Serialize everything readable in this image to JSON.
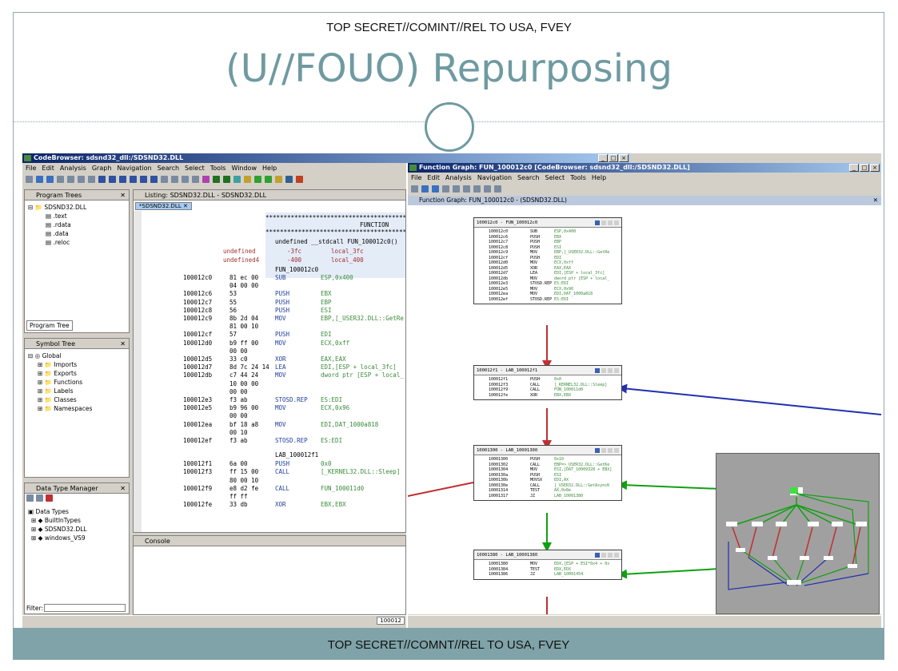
{
  "slide": {
    "classification_top": "TOP SECRET//COMINT//REL TO USA, FVEY",
    "title": "(U//FOUO) Repurposing",
    "classification_bottom": "TOP SECRET//COMNT//REL TO USA, FVEY"
  },
  "codebrowser": {
    "title": "CodeBrowser: sdsnd32_dll:/SDSND32.DLL",
    "menu": [
      "File",
      "Edit",
      "Analysis",
      "Graph",
      "Navigation",
      "Search",
      "Select",
      "Tools",
      "Window",
      "Help"
    ],
    "program_trees": {
      "title": "Program Trees",
      "root": "SDSND32.DLL",
      "sections": [
        ".text",
        ".rdata",
        ".data",
        ".reloc"
      ],
      "tab": "Program Tree"
    },
    "symbol_tree": {
      "title": "Symbol Tree",
      "root": "Global",
      "items": [
        "Imports",
        "Exports",
        "Functions",
        "Labels",
        "Classes",
        "Namespaces"
      ]
    },
    "data_type_manager": {
      "title": "Data Type Manager",
      "root": "Data Types",
      "items": [
        "BuiltInTypes",
        "SDSND32.DLL",
        "windows_VS9"
      ],
      "filter_label": "Filter:"
    },
    "listing": {
      "title": "Listing: SDSND32.DLL - SDSND32.DLL",
      "tab": "*SDSND32.DLL",
      "header_stars": "******************************************",
      "header_function": "FUNCTION",
      "signature": "undefined __stdcall FUN_100012c0()",
      "locals": [
        {
          "type": "undefined",
          "offset": "-3fc",
          "name": "local_3fc"
        },
        {
          "type": "undefined4",
          "offset": "-400",
          "name": "local_400"
        }
      ],
      "func_label": "FUN_100012c0",
      "label2": "LAB_100012f1",
      "rows": [
        {
          "addr": "100012c0",
          "bytes": "81 ec 00",
          "mn": "SUB",
          "op": "ESP,0x400"
        },
        {
          "addr": "",
          "bytes": "04 00 00",
          "mn": "",
          "op": ""
        },
        {
          "addr": "100012c6",
          "bytes": "53",
          "mn": "PUSH",
          "op": "EBX"
        },
        {
          "addr": "100012c7",
          "bytes": "55",
          "mn": "PUSH",
          "op": "EBP"
        },
        {
          "addr": "100012c8",
          "bytes": "56",
          "mn": "PUSH",
          "op": "ESI"
        },
        {
          "addr": "100012c9",
          "bytes": "8b 2d 04",
          "mn": "MOV",
          "op": "EBP,[_USER32.DLL::GetRe"
        },
        {
          "addr": "",
          "bytes": "81 00 10",
          "mn": "",
          "op": ""
        },
        {
          "addr": "100012cf",
          "bytes": "57",
          "mn": "PUSH",
          "op": "EDI"
        },
        {
          "addr": "100012d0",
          "bytes": "b9 ff 00",
          "mn": "MOV",
          "op": "ECX,0xff"
        },
        {
          "addr": "",
          "bytes": "00 00",
          "mn": "",
          "op": ""
        },
        {
          "addr": "100012d5",
          "bytes": "33 c0",
          "mn": "XOR",
          "op": "EAX,EAX"
        },
        {
          "addr": "100012d7",
          "bytes": "8d 7c 24 14",
          "mn": "LEA",
          "op": "EDI,[ESP + local_3fc]"
        },
        {
          "addr": "100012db",
          "bytes": "c7 44 24",
          "mn": "MOV",
          "op": "dword ptr [ESP + local_"
        },
        {
          "addr": "",
          "bytes": "10 00 00",
          "mn": "",
          "op": ""
        },
        {
          "addr": "",
          "bytes": "00 00",
          "mn": "",
          "op": ""
        },
        {
          "addr": "100012e3",
          "bytes": "f3 ab",
          "mn": "STOSD.REP",
          "op": "ES:EDI"
        },
        {
          "addr": "100012e5",
          "bytes": "b9 96 00",
          "mn": "MOV",
          "op": "ECX,0x96"
        },
        {
          "addr": "",
          "bytes": "00 00",
          "mn": "",
          "op": ""
        },
        {
          "addr": "100012ea",
          "bytes": "bf 18 a8",
          "mn": "MOV",
          "op": "EDI,DAT_1000a818"
        },
        {
          "addr": "",
          "bytes": "00 10",
          "mn": "",
          "op": ""
        },
        {
          "addr": "100012ef",
          "bytes": "f3 ab",
          "mn": "STOSD.REP",
          "op": "ES:EDI"
        },
        {
          "addr": "",
          "bytes": "",
          "mn": "",
          "op": ""
        },
        {
          "addr": "",
          "bytes": "",
          "mn": "",
          "op": ""
        },
        {
          "addr": "100012f1",
          "bytes": "6a 00",
          "mn": "PUSH",
          "op": "0x0"
        },
        {
          "addr": "100012f3",
          "bytes": "ff 15 00",
          "mn": "CALL",
          "op": "[_KERNEL32.DLL::Sleep]"
        },
        {
          "addr": "",
          "bytes": "80 00 10",
          "mn": "",
          "op": ""
        },
        {
          "addr": "100012f9",
          "bytes": "e8 d2 fe",
          "mn": "CALL",
          "op": "FUN_100011d0"
        },
        {
          "addr": "",
          "bytes": "ff ff",
          "mn": "",
          "op": ""
        },
        {
          "addr": "100012fe",
          "bytes": "33 db",
          "mn": "XOR",
          "op": "EBX,EBX"
        }
      ]
    },
    "console": {
      "title": "Console"
    },
    "status_addr": "100012"
  },
  "function_graph_window": {
    "title": "Function Graph: FUN_100012c0 [CodeBrowser: sdsnd32_dll:/SDSND32.DLL]",
    "menu": [
      "File",
      "Edit",
      "Analysis",
      "Navigation",
      "Search",
      "Select",
      "Tools",
      "Help"
    ],
    "panel_title": "Function Graph: FUN_100012c0 - (SDSND32.DLL)",
    "nodes": [
      {
        "title": "100012c0 - FUN_100012c0",
        "rows": [
          {
            "a": "100012c0",
            "m": "SUB",
            "o": "ESP,0x400"
          },
          {
            "a": "100012c6",
            "m": "PUSH",
            "o": "EBX"
          },
          {
            "a": "100012c7",
            "m": "PUSH",
            "o": "EBP"
          },
          {
            "a": "100012c8",
            "m": "PUSH",
            "o": "ESI"
          },
          {
            "a": "100012c9",
            "m": "MOV",
            "o": "EBP,[_USER32.DLL::GetRe"
          },
          {
            "a": "100012cf",
            "m": "PUSH",
            "o": "EDI"
          },
          {
            "a": "100012d0",
            "m": "MOV",
            "o": "ECX,0xff"
          },
          {
            "a": "100012d5",
            "m": "XOR",
            "o": "EAX,EAX"
          },
          {
            "a": "100012d7",
            "m": "LEA",
            "o": "EDI,[ESP + local_3fc]"
          },
          {
            "a": "100012db",
            "m": "MOV",
            "o": "dword ptr [ESP + local_"
          },
          {
            "a": "100012e3",
            "m": "STOSD.REP",
            "o": "ES:EDI"
          },
          {
            "a": "100012e5",
            "m": "MOV",
            "o": "ECX,0x96"
          },
          {
            "a": "100012ea",
            "m": "MOV",
            "o": "EDI,DAT_1000a818"
          },
          {
            "a": "100012ef",
            "m": "STOSD.REP",
            "o": "ES:EDI"
          }
        ]
      },
      {
        "title": "100012f1 - LAB_100012f1",
        "rows": [
          {
            "a": "100012f1",
            "m": "PUSH",
            "o": "0x0"
          },
          {
            "a": "100012f3",
            "m": "CALL",
            "o": "[_KERNEL32.DLL::Sleep]"
          },
          {
            "a": "100012f9",
            "m": "CALL",
            "o": "FUN_100011d0"
          },
          {
            "a": "100012fe",
            "m": "XOR",
            "o": "EBX,EBX"
          }
        ]
      },
      {
        "title": "10001300 - LAB_10001300",
        "rows": [
          {
            "a": "10001300",
            "m": "PUSH",
            "o": "0x10"
          },
          {
            "a": "10001302",
            "m": "CALL",
            "o": "EBP=>_USER32.DLL::GetKe"
          },
          {
            "a": "10001304",
            "m": "MOV",
            "o": "ESI,[DAT_10009328 + EBX]"
          },
          {
            "a": "1000130a",
            "m": "PUSH",
            "o": "ESI"
          },
          {
            "a": "1000130b",
            "m": "MOVSX",
            "o": "EDI,AX"
          },
          {
            "a": "1000130e",
            "m": "CALL",
            "o": "[_USER32.DLL::GetAsyncK"
          },
          {
            "a": "10001314",
            "m": "TEST",
            "o": "AX,0x8e"
          },
          {
            "a": "10001317",
            "m": "JZ",
            "o": "LAB_10001380"
          }
        ]
      },
      {
        "title": "10001380 - LAB_10001380",
        "rows": [
          {
            "a": "10001380",
            "m": "MOV",
            "o": "EDX,[ESP + ESI*0x4 + 0x"
          },
          {
            "a": "10001384",
            "m": "TEST",
            "o": "EDX,EDX"
          },
          {
            "a": "10001386",
            "m": "JZ",
            "o": "LAB_10001454"
          }
        ]
      }
    ]
  },
  "colors": {
    "accent": "#6f9aa1",
    "footer": "#7fa3a8",
    "titlebar": "#0a246a",
    "edge_red": "#c03030",
    "edge_green": "#10a010",
    "edge_blue": "#2030b0"
  }
}
